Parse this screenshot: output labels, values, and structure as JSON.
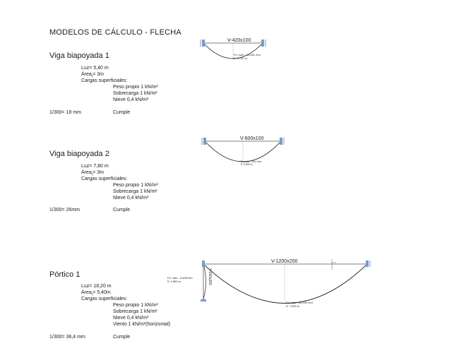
{
  "page": {
    "title": "MODELOS DE CÁLCULO - FLECHA"
  },
  "sections": [
    {
      "title": "Viga biapoyada 1",
      "luz": "Luz= 5,40 m",
      "area": "Área",
      "area_sub": "t",
      "area_value": "= 3m",
      "cargas_label": "Cargas superficiales:",
      "loads": [
        "Peso propio 1 kN/m²",
        "Sobrecarga 1 kN/m²",
        "Nieve 0,4 kN/m²"
      ],
      "limit": "1/300= 18 mm",
      "verdict": "Cumple",
      "diagram": {
        "beam_label": "V-420x100",
        "annot_1": "Fz: máx: -12,841  mm",
        "annot_2": "δ: 2,720  m"
      }
    },
    {
      "title": "Viga biapoyada 2",
      "luz": "Luz= 7,80 m",
      "area": "Área",
      "area_sub": "t",
      "area_value": "= 3m",
      "cargas_label": "Cargas superficiales:",
      "loads": [
        "Peso propio 1 kN/m²",
        "Sobrecarga 1 kN/m²",
        "Nieve 0,4 kN/m²"
      ],
      "limit": "1/300= 26mm",
      "verdict": "Cumple",
      "diagram": {
        "beam_label": "V-600x100",
        "annot_1": "Fz: máx: -26,0  mm",
        "annot_2": "δ: 3,900  m"
      }
    },
    {
      "title": "Pórtico 1",
      "luz": "Luz= 18,20 m",
      "area": "Área",
      "area_sub": "t",
      "area_value": "= 5,40m",
      "cargas_label": "Cargas superficiales:",
      "loads": [
        "Peso propio 1 kN/m²",
        "Sobrecarga 1 kN/m²",
        "Nieve 0,4 kN/m²",
        "Viento 1 kN/m²(horizontal)"
      ],
      "limit": "1/300= 36,4 mm",
      "verdict": "Cumple",
      "diagram": {
        "beam_label": "V-1200x200",
        "column_label": "V-200x200",
        "left_annot_1": "Fz: máx: -3,438  mm",
        "left_annot_2": "δ: 1,800  m",
        "annot_1": "Fz: máx: -35,530  mm",
        "annot_2": "δ: 7,900  m"
      }
    }
  ]
}
